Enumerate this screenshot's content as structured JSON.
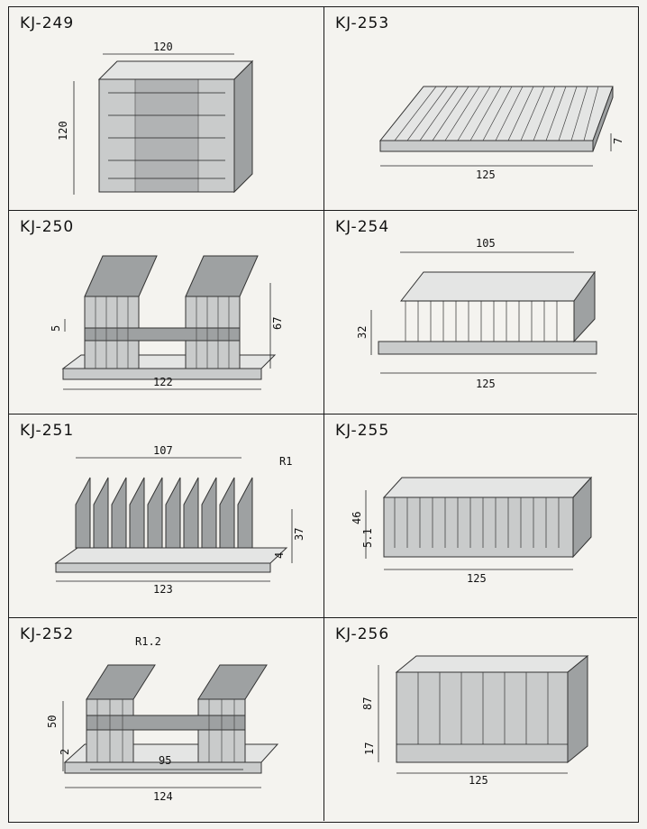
{
  "products": [
    {
      "model": "KJ-249",
      "dims": {
        "width": "120",
        "height": "120"
      }
    },
    {
      "model": "KJ-253",
      "dims": {
        "width": "125",
        "height": "7"
      }
    },
    {
      "model": "KJ-250",
      "dims": {
        "width": "122",
        "height": "67",
        "base": "5"
      }
    },
    {
      "model": "KJ-254",
      "dims": {
        "top": "105",
        "width": "125",
        "height": "32"
      }
    },
    {
      "model": "KJ-251",
      "dims": {
        "top": "107",
        "width": "123",
        "height": "37",
        "base": "4",
        "radius": "R1"
      }
    },
    {
      "model": "KJ-255",
      "dims": {
        "width": "125",
        "height": "46",
        "base": "5.1"
      }
    },
    {
      "model": "KJ-252",
      "dims": {
        "width": "124",
        "inner": "95",
        "height": "50",
        "base": "2",
        "radius": "R1.2"
      }
    },
    {
      "model": "KJ-256",
      "dims": {
        "width": "125",
        "height": "87",
        "base": "17"
      }
    }
  ]
}
